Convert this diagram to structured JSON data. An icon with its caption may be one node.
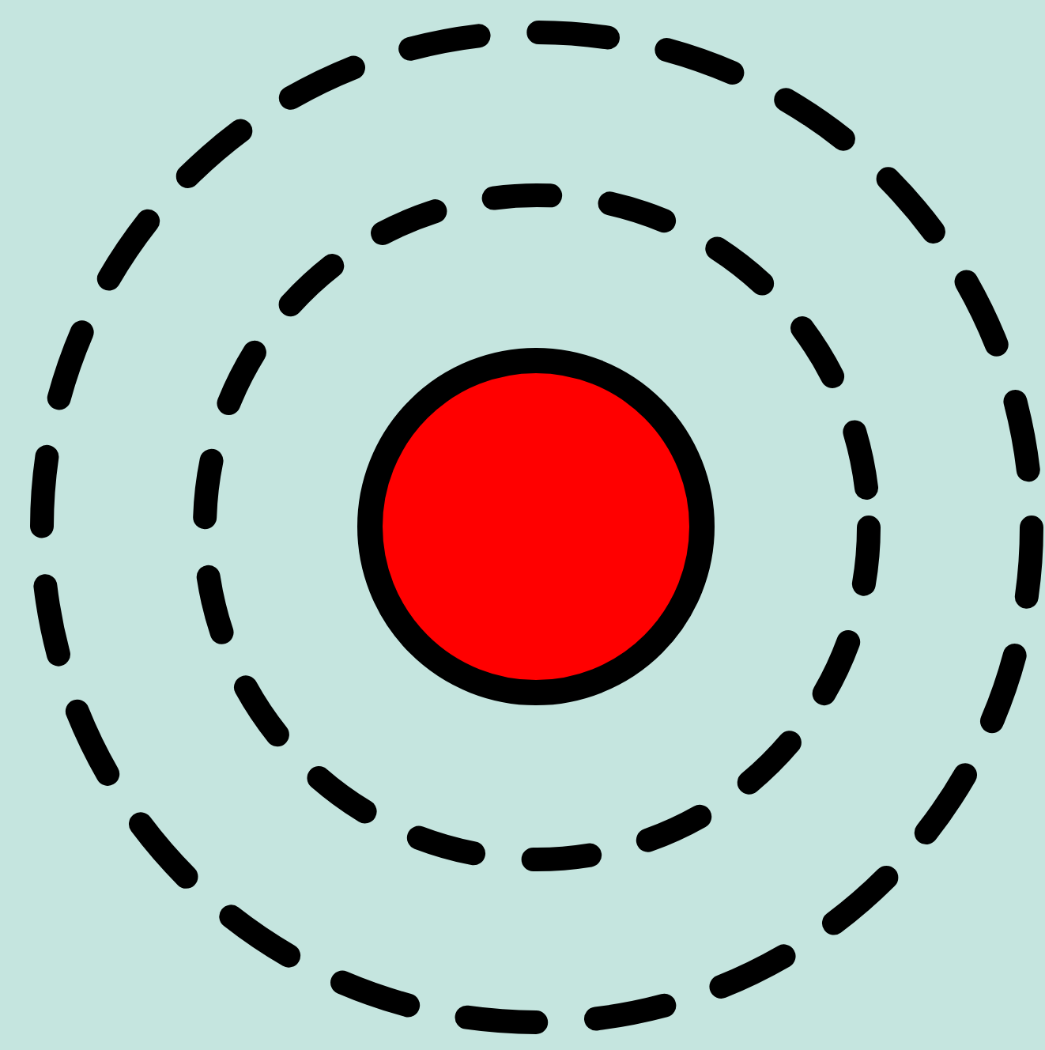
{
  "diagram": {
    "nodes": [
      {
        "text": [],
        "shape": "circle"
      },
      {
        "text": [],
        "shape": "circle",
        "in": 0
      },
      {
        "text": [],
        "shape": "circle",
        "in": 1
      }
    ]
  }
}
